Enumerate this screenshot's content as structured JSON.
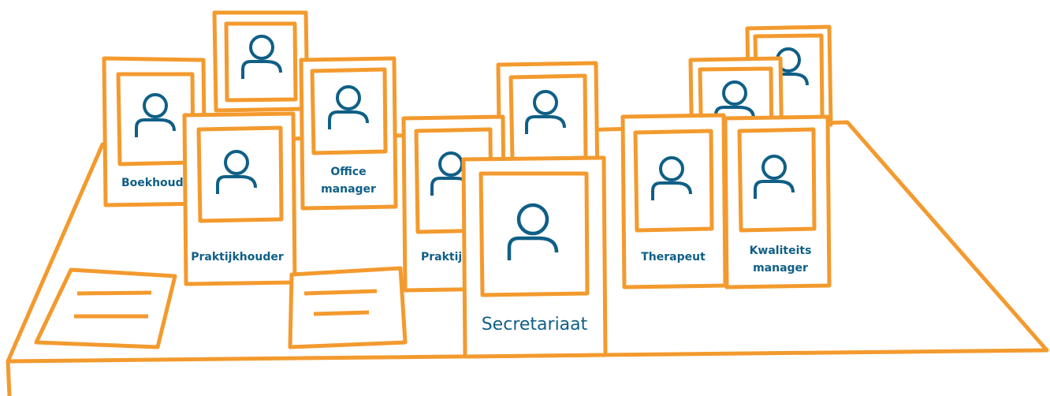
{
  "colors": {
    "outline": "#f39a2e",
    "icon": "#0f5f86",
    "text": "#0f5f86",
    "background": "#ffffff"
  },
  "cards": {
    "boekhouding": {
      "label": "Boekhoud",
      "icon": "person-icon"
    },
    "praktijkhouder": {
      "label": "Praktijkhouder",
      "icon": "person-icon"
    },
    "office_manager": {
      "line1": "Office",
      "line2": "manager",
      "icon": "person-icon"
    },
    "praktijk_partial": {
      "label": "Praktij",
      "icon": "person-icon"
    },
    "secretariaat": {
      "label": "Secretariaat",
      "icon": "person-icon"
    },
    "therapeut": {
      "label": "Therapeut",
      "icon": "person-icon"
    },
    "kwaliteitsmanager": {
      "line1": "Kwaliteits",
      "line2": "manager",
      "icon": "person-icon"
    }
  }
}
